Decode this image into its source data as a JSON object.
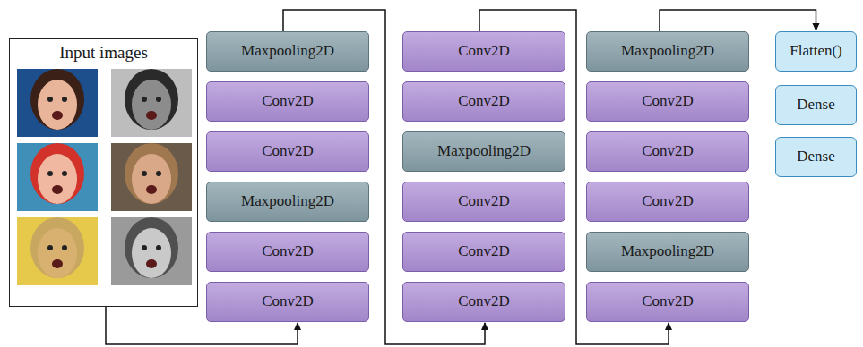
{
  "diagram": {
    "nodes": [
      {
        "text": [
          "Input images"
        ]
      },
      {
        "text": [
          "Maxpooling2D"
        ]
      },
      {
        "text": [
          "Conv2D"
        ]
      },
      {
        "text": [
          "Conv2D"
        ]
      },
      {
        "text": [
          "Maxpooling2D"
        ]
      },
      {
        "text": [
          "Conv2D"
        ]
      },
      {
        "text": [
          "Conv2D"
        ]
      },
      {
        "text": [
          "Conv2D"
        ]
      },
      {
        "text": [
          "Conv2D"
        ]
      },
      {
        "text": [
          "Maxpooling2D"
        ]
      },
      {
        "text": [
          "Conv2D"
        ]
      },
      {
        "text": [
          "Conv2D"
        ]
      },
      {
        "text": [
          "Conv2D"
        ]
      },
      {
        "text": [
          "Maxpooling2D"
        ]
      },
      {
        "text": [
          "Conv2D"
        ]
      },
      {
        "text": [
          "Conv2D"
        ]
      },
      {
        "text": [
          "Conv2D"
        ]
      },
      {
        "text": [
          "Maxpooling2D"
        ]
      },
      {
        "text": [
          "Conv2D"
        ]
      },
      {
        "text": [
          "Flatten()"
        ]
      },
      {
        "text": [
          "Dense"
        ]
      },
      {
        "text": [
          "Dense"
        ]
      }
    ],
    "edges": [
      {
        "from": 0,
        "to": 6,
        "arrow": "to"
      },
      {
        "from": 1,
        "to": 12,
        "arrow": "to"
      },
      {
        "from": 7,
        "to": 18,
        "arrow": "to"
      },
      {
        "from": 13,
        "to": 19,
        "arrow": "to"
      }
    ]
  }
}
